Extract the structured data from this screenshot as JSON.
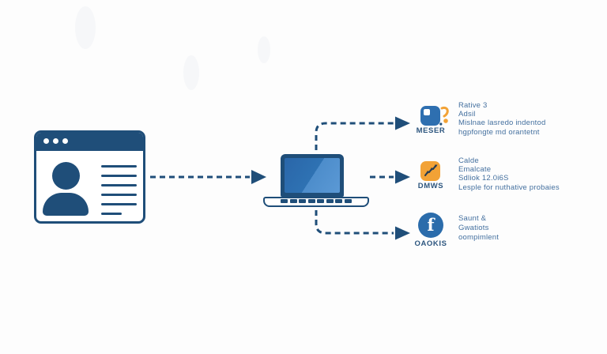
{
  "colors": {
    "navy": "#1f4e79",
    "screen_blue": "#2e72b3",
    "accent_orange": "#f2a236",
    "circle_blue": "#2b6cab",
    "desc_text": "#44709f",
    "label_text": "#2d567f"
  },
  "source": {
    "icon": "user-profile-browser-window",
    "window_dots": 3,
    "placeholder_text_lines": 6
  },
  "device": {
    "icon": "laptop"
  },
  "connections": [
    {
      "from": "browser-window",
      "to": "laptop"
    },
    {
      "from": "laptop",
      "to": "MESER"
    },
    {
      "from": "laptop",
      "to": "DMWS"
    },
    {
      "from": "laptop",
      "to": "OAOKIS"
    }
  ],
  "items": [
    {
      "label": "MESER",
      "icon": "messenger-app-icon",
      "icon_color": "#2e6fb0",
      "lines": [
        "Rative 3",
        "Adsil",
        "Mislnae lasredo indentod",
        "hgpfongte md orantetnt"
      ]
    },
    {
      "label": "DMWS",
      "icon": "analytics-chart-app-icon",
      "icon_color": "#f2a236",
      "lines": [
        "Calde",
        "Emalcate",
        "Sdliok 12.0i6S",
        "Lesple for nuthative probaies"
      ]
    },
    {
      "label": "OAOKIS",
      "icon": "social-f-app-icon",
      "icon_color": "#2b6cab",
      "lines": [
        "Saunt &",
        "Gwatiots",
        "oompimlent"
      ]
    }
  ]
}
